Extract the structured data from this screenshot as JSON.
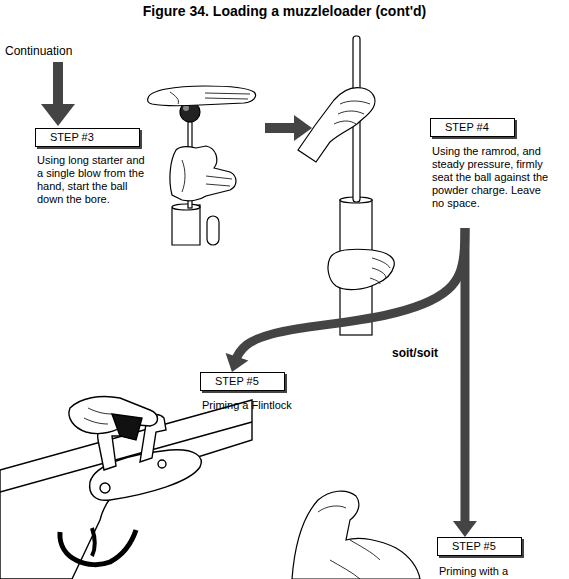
{
  "diagram": {
    "title": "Figure 34. Loading a muzzleloader (cont'd)",
    "nodes": [
      {
        "text": [
          "STEP #3",
          "Using long starter and a single blow from the hand, start the ball down the bore."
        ]
      },
      {
        "text": [
          "STEP #4",
          "Using the ramrod, and steady pressure, firmly seat the ball against the powder charge. Leave no space."
        ]
      },
      {
        "text": [
          "STEP #5",
          "Priming a Flintlock"
        ]
      },
      {
        "text": [
          "STEP #5",
          "Priming with a"
        ]
      }
    ],
    "edges": [
      {
        "from": 0,
        "to": 1,
        "arrow": "to"
      },
      {
        "from": 1,
        "to": 2,
        "arrow": "to",
        "label": "soit/soit"
      },
      {
        "from": 1,
        "to": 3,
        "arrow": "to"
      }
    ],
    "labels": [
      "Continuation"
    ]
  }
}
